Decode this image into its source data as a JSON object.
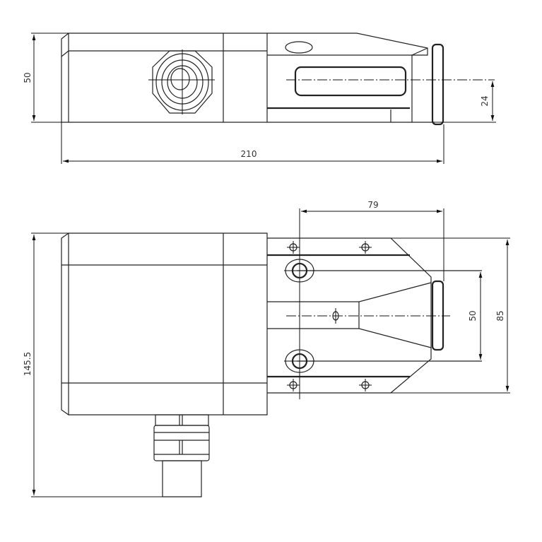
{
  "drawing": {
    "units": "mm",
    "side_view": {
      "height_label": "50",
      "axis_offset_label": "24",
      "length_label": "210"
    },
    "top_view": {
      "hole_spacing_x_label": "79",
      "hole_spacing_y_label": "50",
      "bracket_width_label": "85",
      "total_height_label": "145.5"
    },
    "line_color": "#222222"
  }
}
